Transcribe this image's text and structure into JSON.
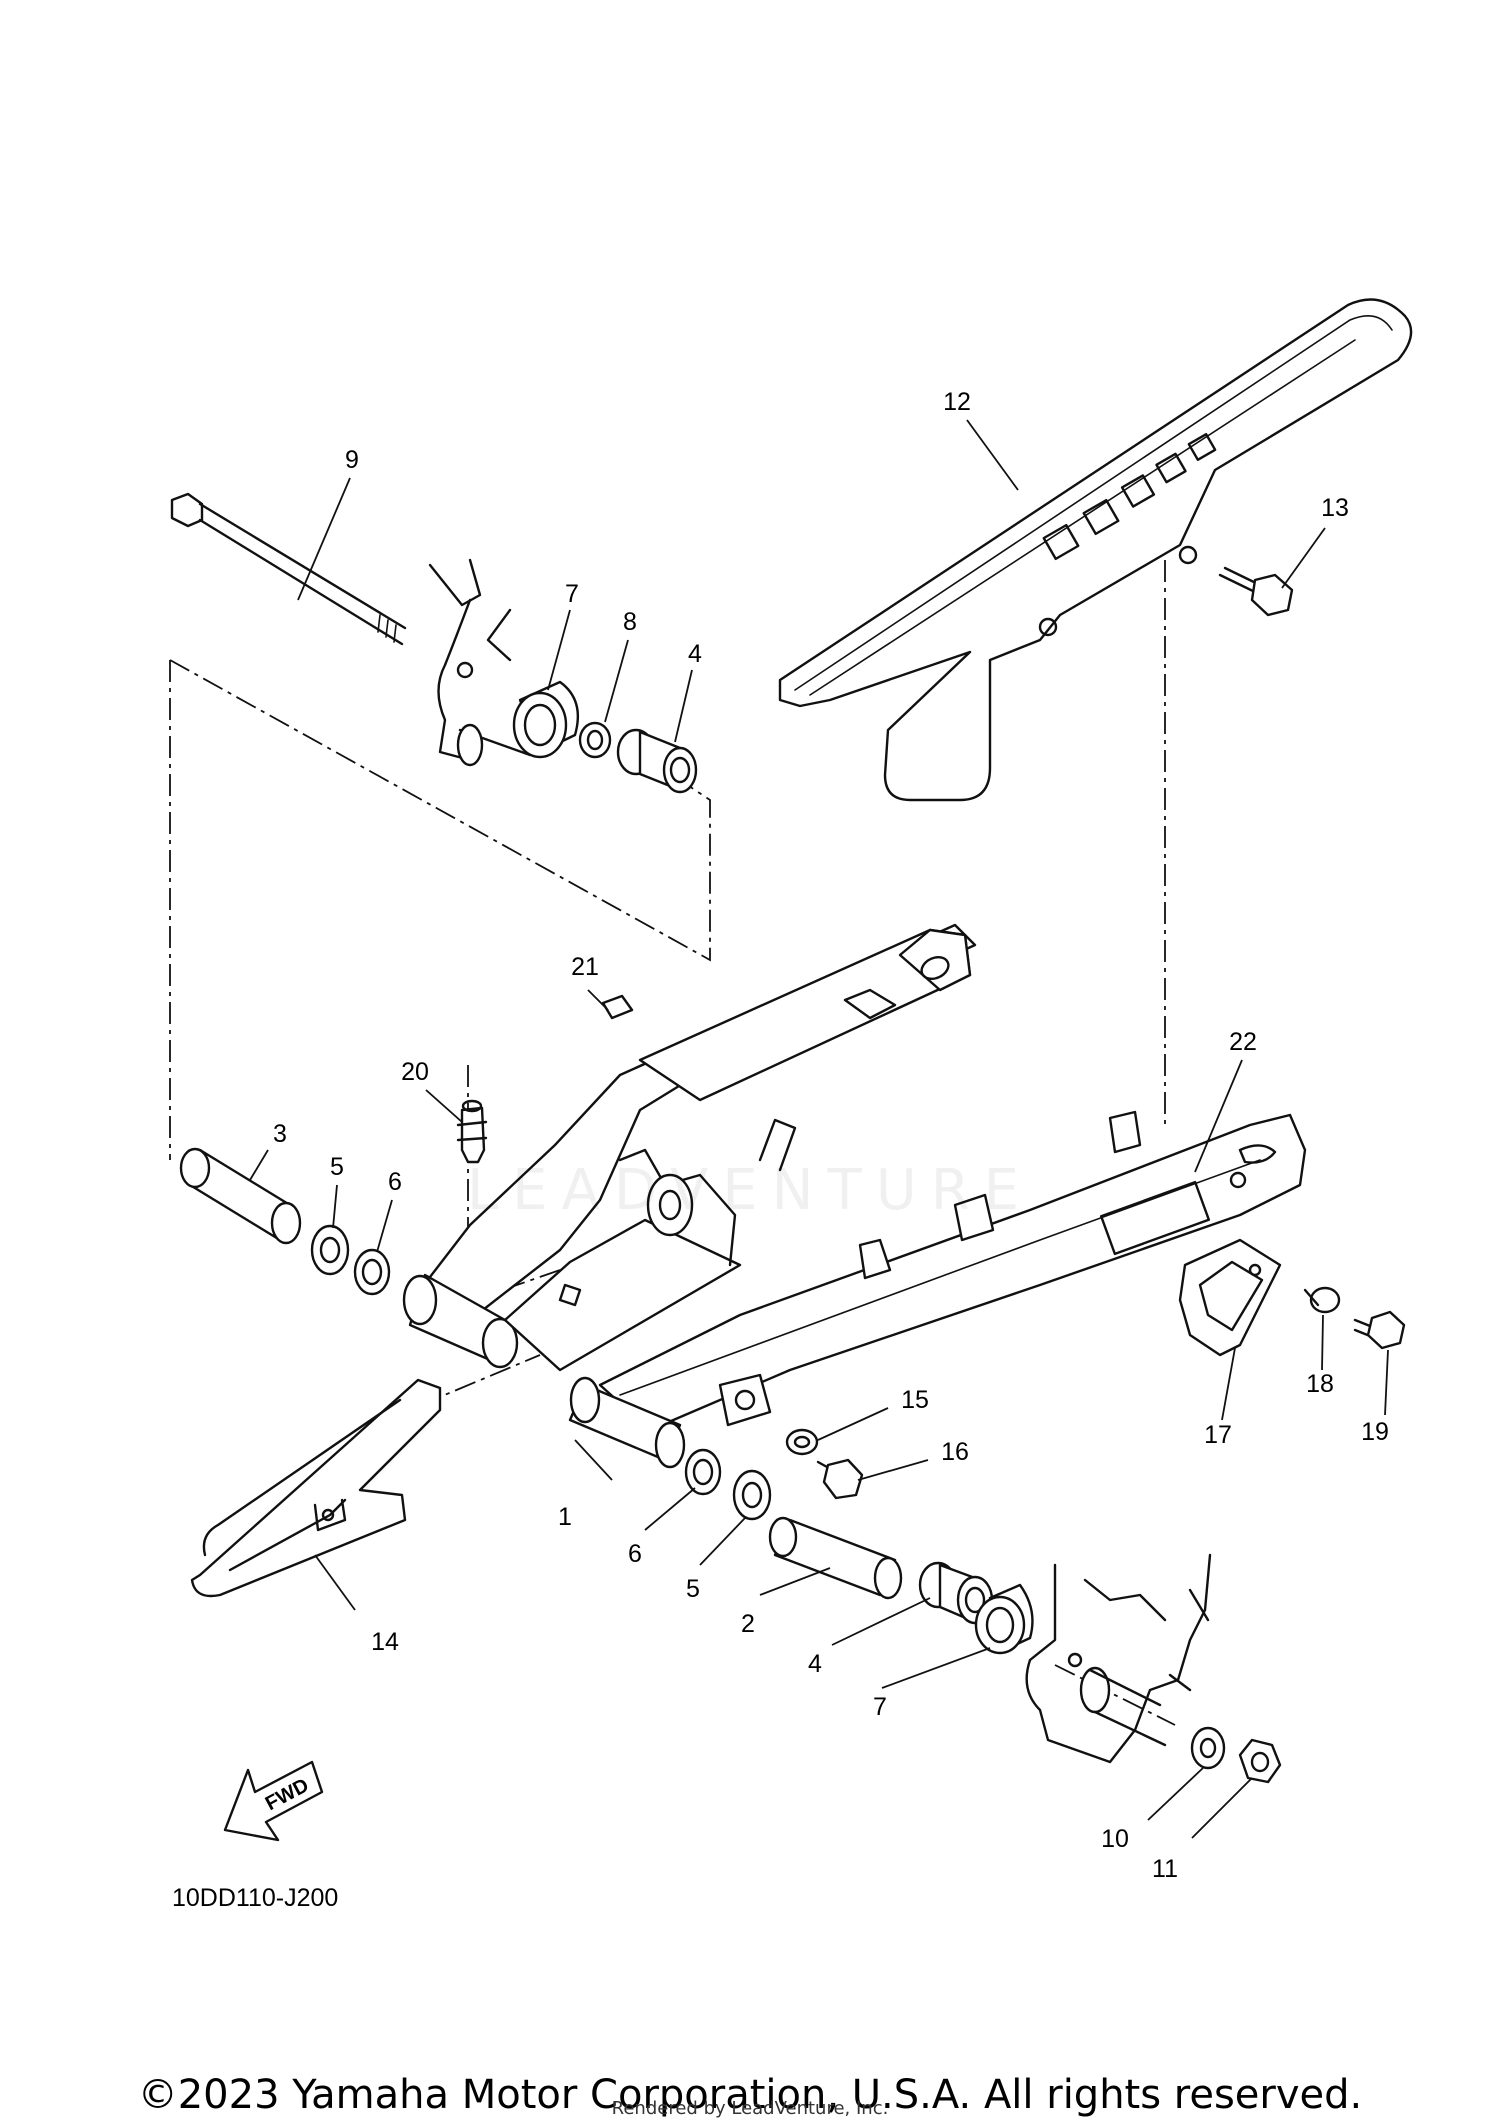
{
  "callouts": {
    "c1": "1",
    "c2": "2",
    "c3": "3",
    "c4a": "4",
    "c4b": "4",
    "c5a": "5",
    "c5b": "5",
    "c6a": "6",
    "c6b": "6",
    "c7a": "7",
    "c7b": "7",
    "c8": "8",
    "c9": "9",
    "c10": "10",
    "c11": "11",
    "c12": "12",
    "c13": "13",
    "c14": "14",
    "c15": "15",
    "c16": "16",
    "c17": "17",
    "c18": "18",
    "c19": "19",
    "c20": "20",
    "c21": "21",
    "c22": "22"
  },
  "fwd_label": "FWD",
  "diagram_code": "10DD110-J200",
  "watermark": "LEADVENTURE",
  "copyright": "©2023 Yamaha Motor Corporation, U.S.A. All rights reserved.",
  "rendered_by": "Rendered by LeadVenture, Inc."
}
